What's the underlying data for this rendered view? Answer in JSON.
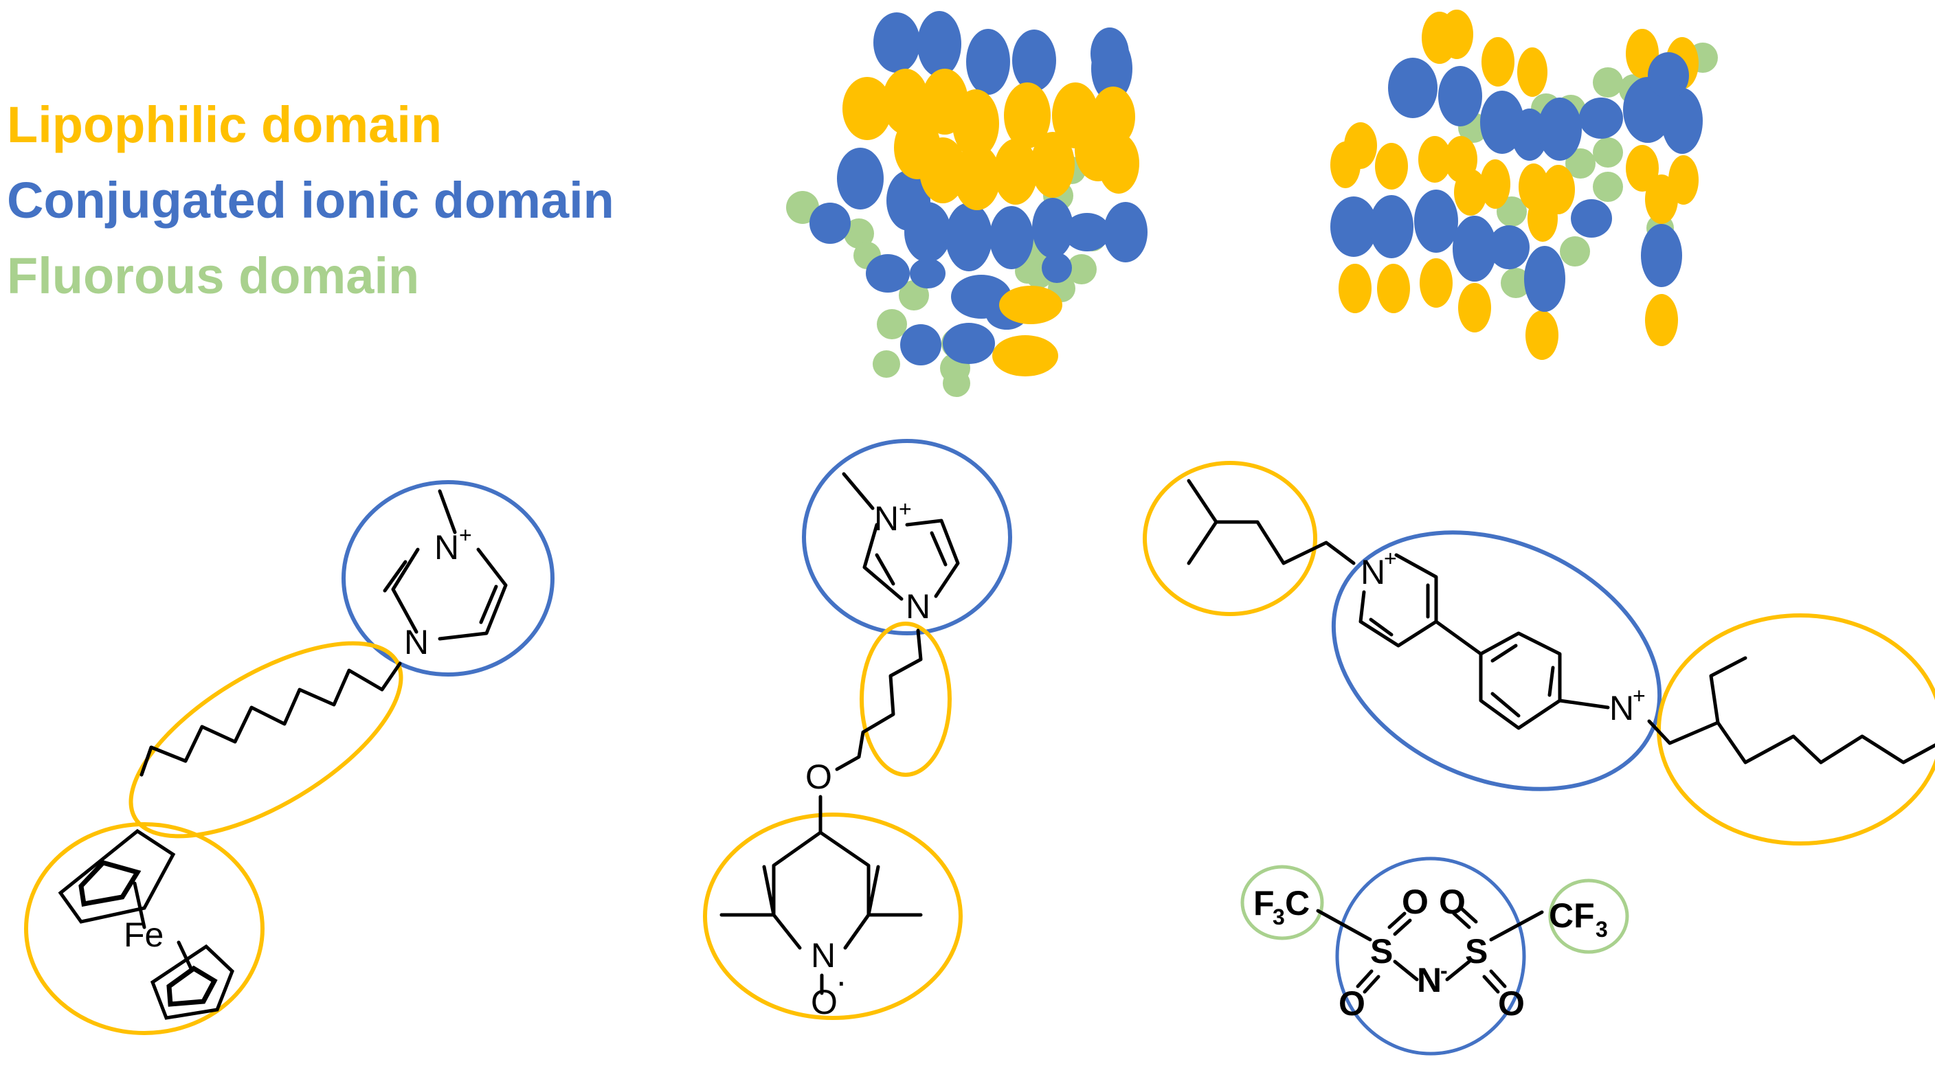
{
  "colors": {
    "lipophilic": "#FFC000",
    "ionic": "#4472C4",
    "fluorous": "#A9D18E",
    "bond": "#000000"
  },
  "legend": {
    "lipophilic": "Lipophilic domain",
    "ionic": "Conjugated ionic domain",
    "fluorous": "Fluorous domain"
  },
  "molecule1": {
    "n_plus": "N",
    "n_plus_charge": "+",
    "n": "N",
    "fe": "Fe"
  },
  "molecule2": {
    "n_plus": "N",
    "n_plus_charge": "+",
    "n": "N",
    "o_ether": "O",
    "n_ring": "N",
    "o_radical": "O",
    "radical_dot": "·"
  },
  "molecule3": {
    "n_plus_left": "N",
    "n_plus_right": "N",
    "charge": "+"
  },
  "anion": {
    "f3c_left": "F",
    "f3c_left_sub": "3",
    "f3c_left_c": "C",
    "cf3_right": "CF",
    "cf3_right_sub": "3",
    "s_left": "S",
    "s_right": "S",
    "n": "N",
    "o": "O",
    "charge": "-"
  }
}
